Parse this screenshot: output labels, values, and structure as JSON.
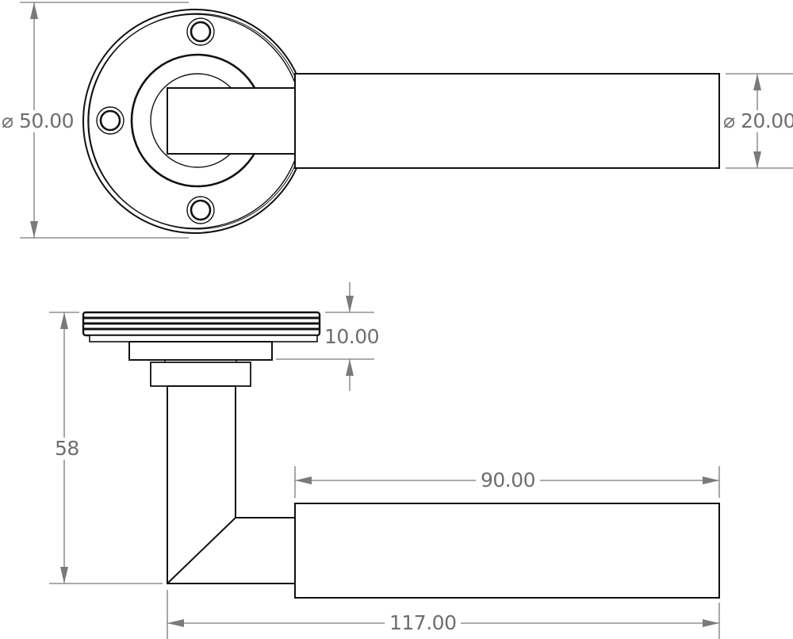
{
  "drawing": {
    "subject": "Lever door handle on round rose",
    "views": [
      "front-view",
      "side-view"
    ],
    "colors": {
      "outline": "#111111",
      "dimension": "#7a7a7a",
      "background": "#ffffff"
    }
  },
  "dimensions": {
    "rose_diameter": {
      "symbol": "⌀",
      "value": "50.00",
      "label": "⌀ 50.00"
    },
    "lever_diameter": {
      "symbol": "⌀",
      "value": "20.00",
      "label": "⌀ 20.00"
    },
    "rose_thickness": {
      "value": "10.00",
      "label": "10.00"
    },
    "projection": {
      "value": "58",
      "label": "58"
    },
    "lever_length": {
      "value": "90.00",
      "label": "90.00"
    },
    "overall_length": {
      "value": "117.00",
      "label": "117.00"
    }
  }
}
